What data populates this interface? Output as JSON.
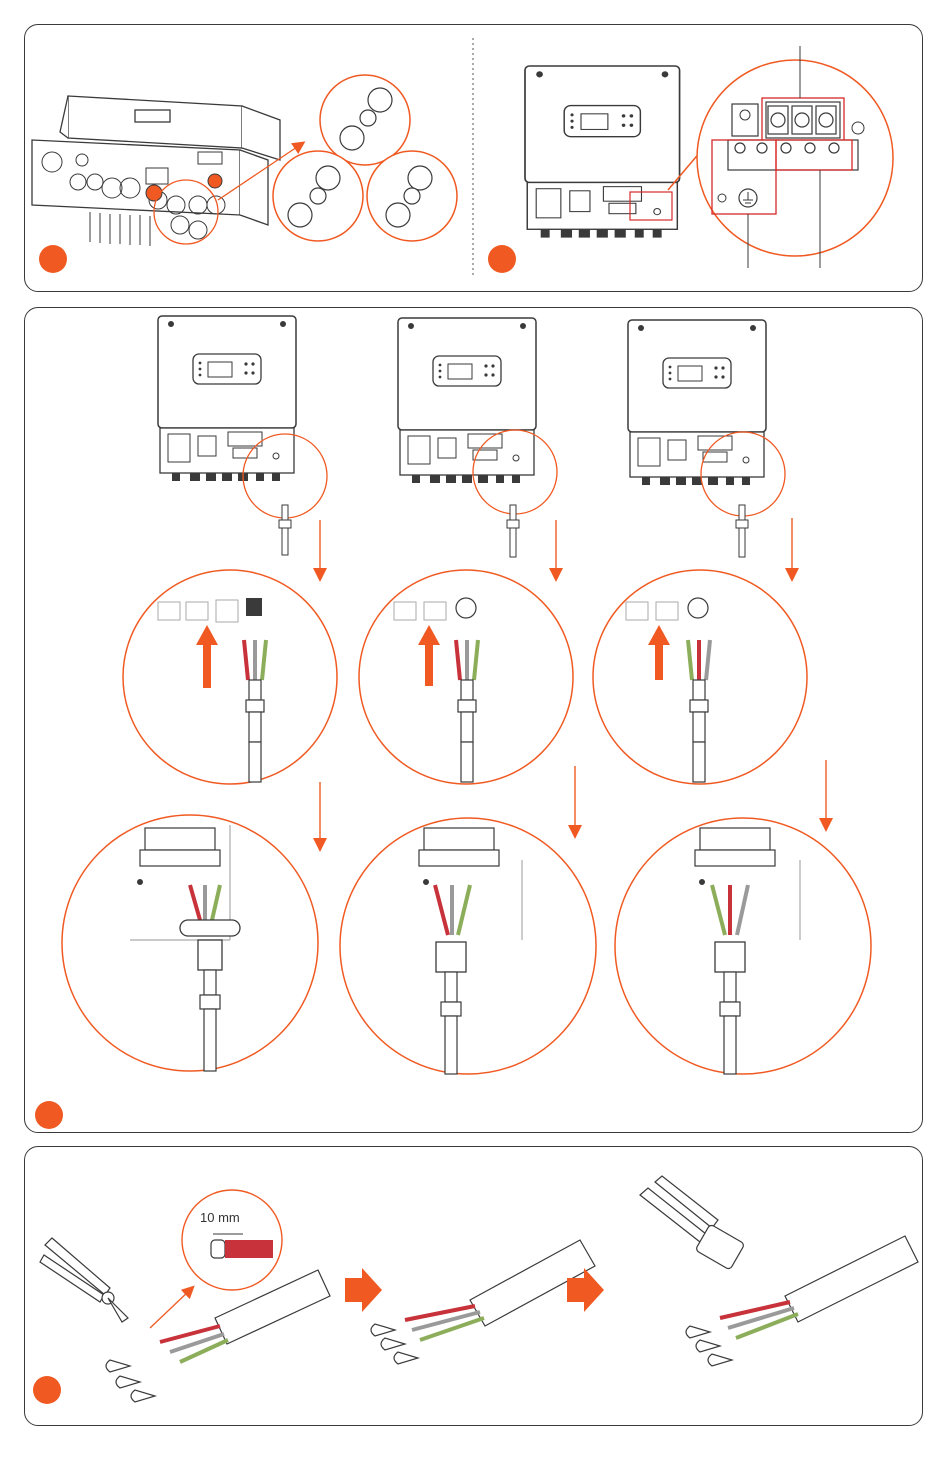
{
  "colors": {
    "accent": "#f05a22",
    "outline": "#3a3a3a",
    "wire_red": "#c8323a",
    "wire_green": "#8cae5a",
    "wire_gray": "#9a9a9a",
    "highlight_red": "#d62a2a"
  },
  "panels": [
    {
      "id": "panel-1",
      "steps": [
        "step-dot-1",
        "step-dot-2"
      ]
    },
    {
      "id": "panel-2",
      "steps": [
        "step-dot-3"
      ]
    },
    {
      "id": "panel-3",
      "steps": [
        "step-dot-4"
      ]
    }
  ],
  "strip_length_label": "10 mm",
  "icons": [
    "inverter-icon",
    "cable-gland-icon",
    "terminal-block-icon",
    "ground-icon",
    "wire-stripper-icon",
    "crimping-tool-icon",
    "cable-icon",
    "ring-terminal-icon",
    "arrow-right-icon",
    "arrow-down-icon"
  ]
}
